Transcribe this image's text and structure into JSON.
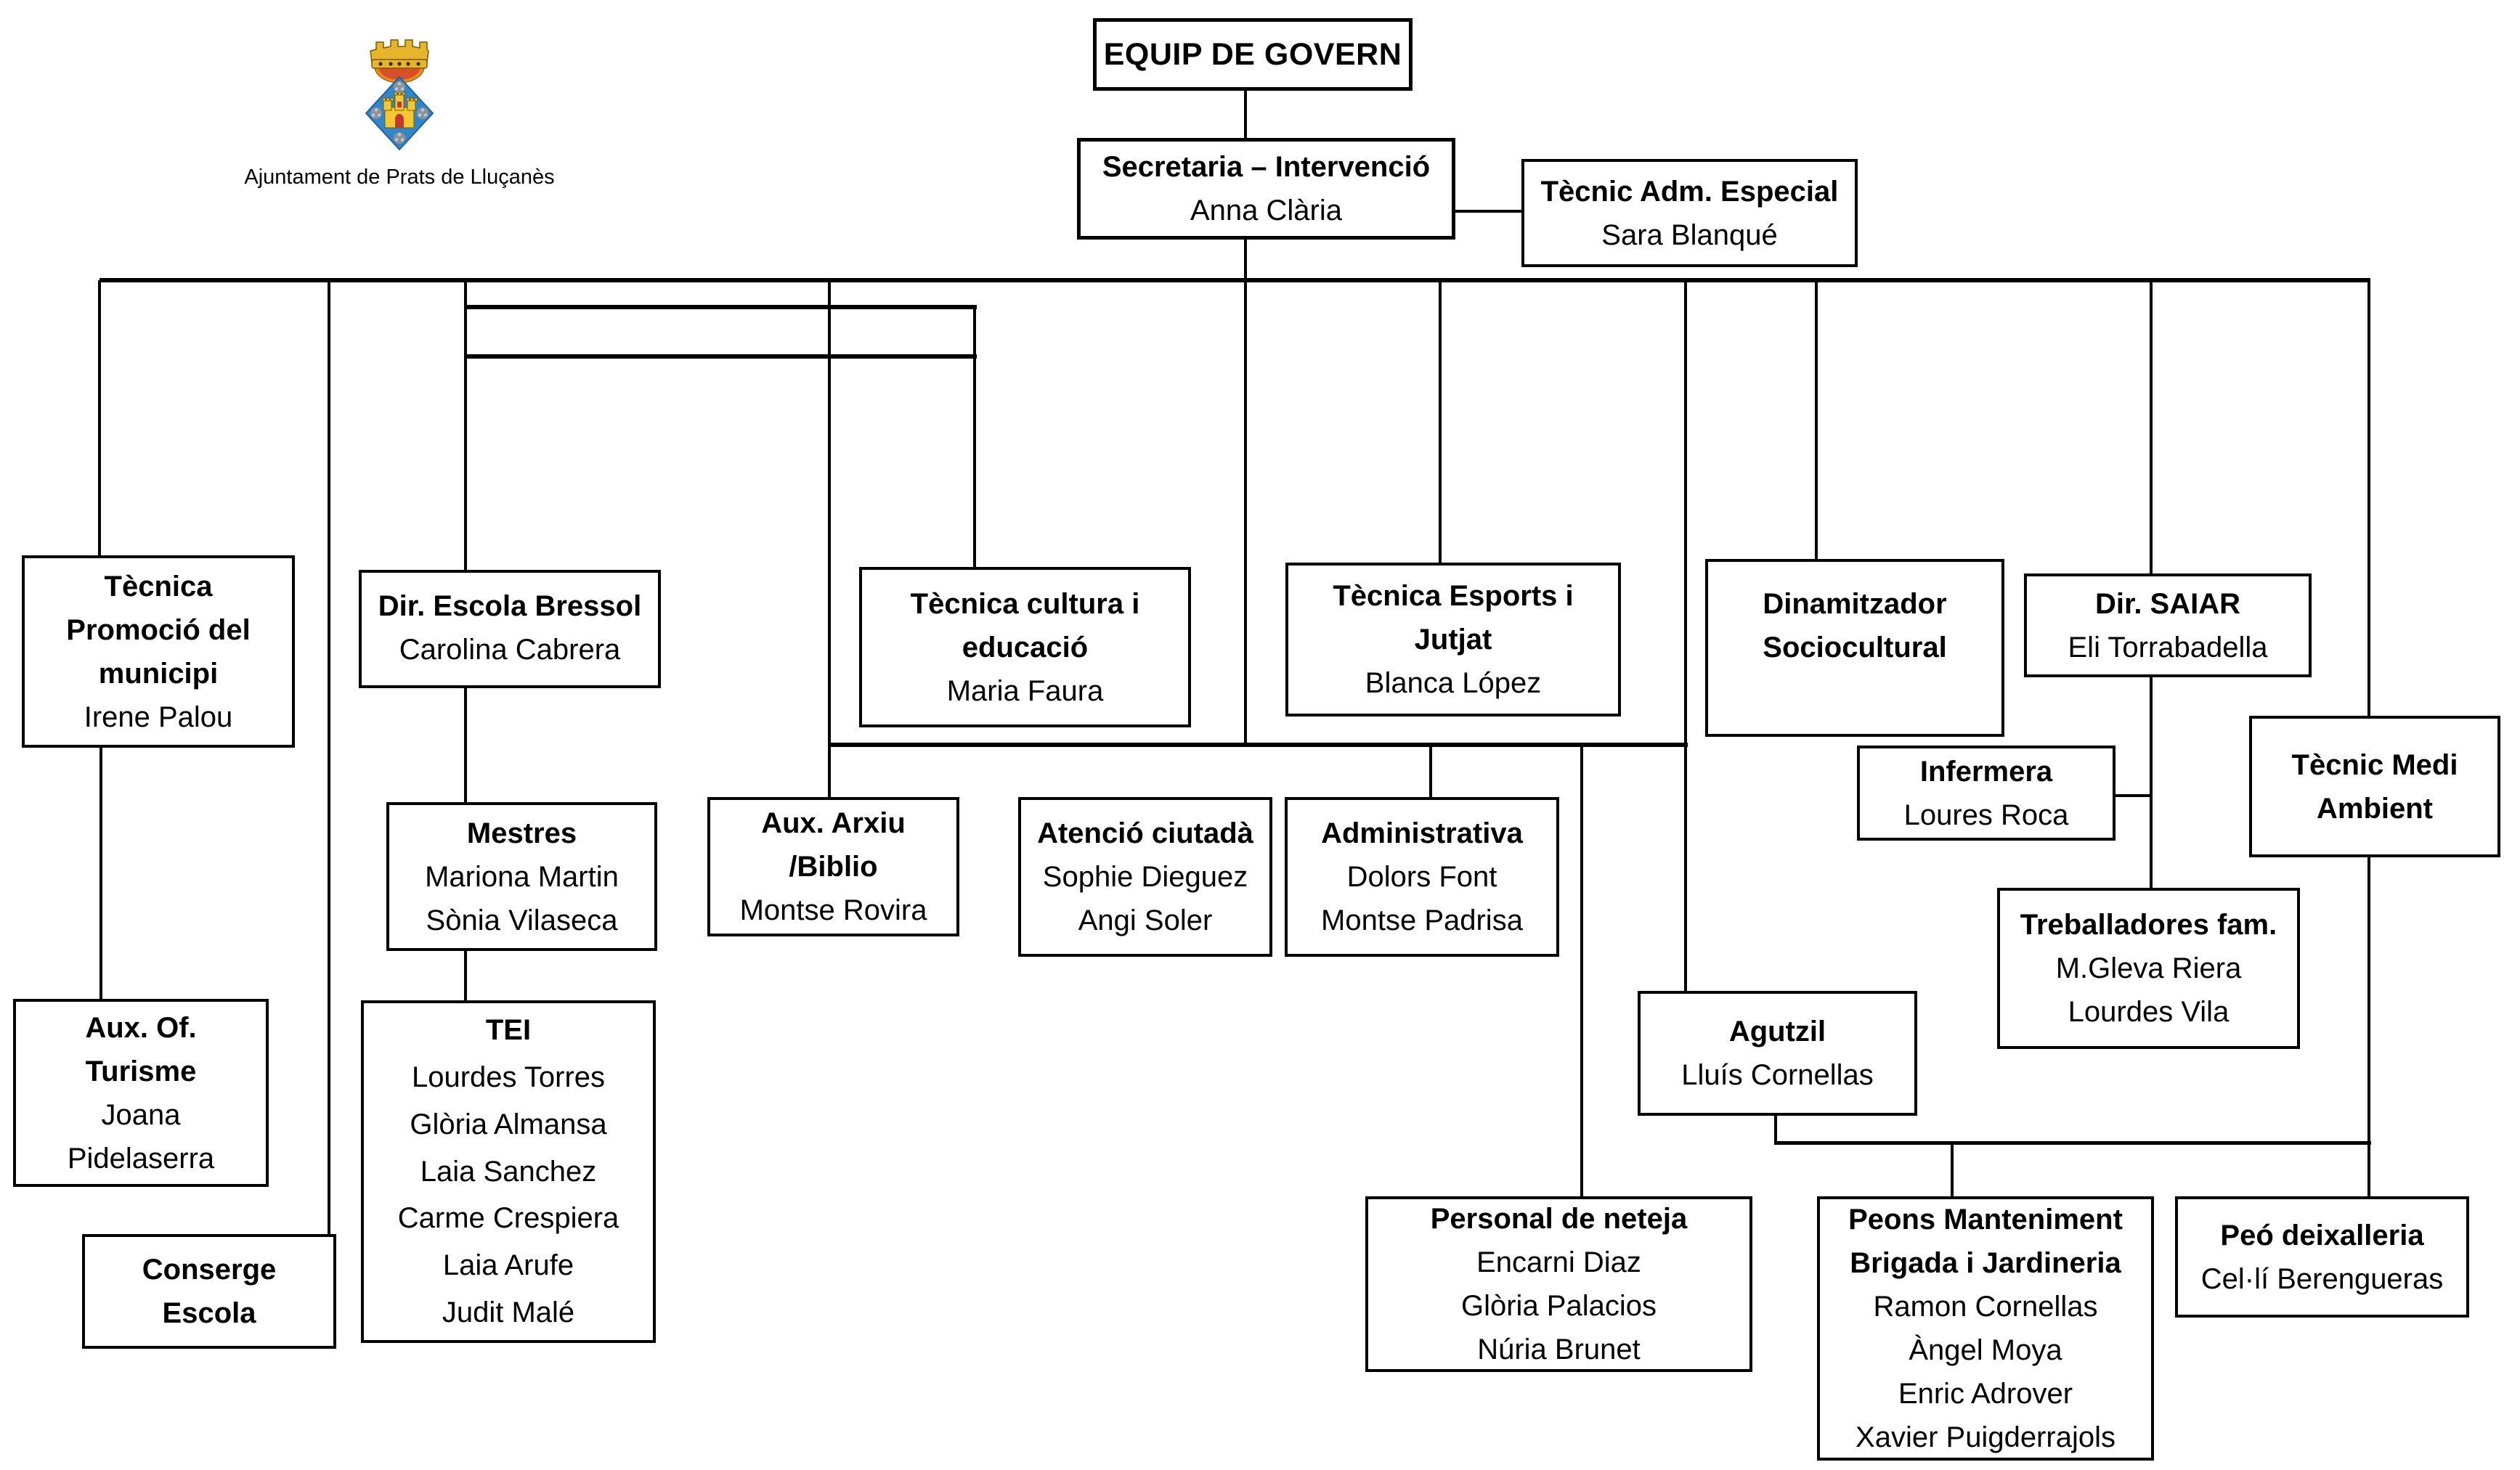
{
  "header": {
    "logo_caption": "Ajuntament de Prats de Lluçanès"
  },
  "colors": {
    "crest-crown": "#E7B52B",
    "crest-crown-cap": "#D8502A",
    "crest-crown-glow": "#F08A1D",
    "crest-shield": "#2F86C9",
    "crest-castle": "#F5C832",
    "crest-door": "#C0392B",
    "crest-rosette": "#8C9398",
    "crest-rosette-light": "#C3C8CC",
    "line-color": "#000000"
  },
  "org": {
    "equip_de_govern": {
      "title_lines": [
        "EQUIP DE GOVERN"
      ],
      "names": []
    },
    "secretaria": {
      "title_lines": [
        "Secretaria – Intervenció"
      ],
      "names": [
        "Anna Clària"
      ]
    },
    "tecnic_adm": {
      "title_lines": [
        "Tècnic Adm. Especial"
      ],
      "names": [
        "Sara Blanqué"
      ]
    },
    "tecnica_promocio": {
      "title_lines": [
        "Tècnica",
        "Promoció del",
        "municipi"
      ],
      "names": [
        "Irene Palou"
      ]
    },
    "escola_bressol": {
      "title_lines": [
        "Dir. Escola Bressol"
      ],
      "names": [
        "Carolina Cabrera"
      ]
    },
    "mestres": {
      "title_lines": [
        "Mestres"
      ],
      "names": [
        "Mariona Martin",
        "Sònia Vilaseca"
      ]
    },
    "tei": {
      "title_lines": [
        "TEI"
      ],
      "names": [
        "Lourdes Torres",
        "Glòria Almansa",
        "Laia Sanchez",
        "Carme Crespiera",
        "Laia Arufe",
        "Judit Malé"
      ]
    },
    "aux_turisme": {
      "title_lines": [
        "Aux. Of.",
        "Turisme"
      ],
      "names": [
        "Joana",
        "Pidelaserra"
      ]
    },
    "conserge": {
      "title_lines": [
        "Conserge",
        "Escola"
      ],
      "names": []
    },
    "cultura": {
      "title_lines": [
        "Tècnica cultura i",
        "educació"
      ],
      "names": [
        "Maria Faura"
      ]
    },
    "aux_arxiu": {
      "title_lines": [
        "Aux. Arxiu",
        "/Biblio"
      ],
      "names": [
        "Montse Rovira"
      ]
    },
    "atencio": {
      "title_lines": [
        "Atenció ciutadà"
      ],
      "names": [
        "Sophie Dieguez",
        "Angi Soler"
      ]
    },
    "administrativa": {
      "title_lines": [
        "Administrativa"
      ],
      "names": [
        "Dolors Font",
        "Montse Padrisa"
      ]
    },
    "esports": {
      "title_lines": [
        "Tècnica Esports i",
        "Jutjat"
      ],
      "names": [
        "Blanca López"
      ]
    },
    "dinamitzador": {
      "title_lines": [
        "Dinamitzador",
        "Sociocultural"
      ],
      "names": []
    },
    "saiar": {
      "title_lines": [
        "Dir. SAIAR"
      ],
      "names": [
        "Eli Torrabadella"
      ]
    },
    "infermera": {
      "title_lines": [
        "Infermera"
      ],
      "names": [
        "Loures Roca"
      ]
    },
    "medi_ambient": {
      "title_lines": [
        "Tècnic Medi",
        "Ambient"
      ],
      "names": []
    },
    "treballadores": {
      "title_lines": [
        "Treballadores fam."
      ],
      "names": [
        "M.Gleva Riera",
        "Lourdes Vila"
      ]
    },
    "agutzil": {
      "title_lines": [
        "Agutzil"
      ],
      "names": [
        "Lluís Cornellas"
      ]
    },
    "personal_neteja": {
      "title_lines": [
        "Personal de neteja"
      ],
      "names": [
        "Encarni Diaz",
        "Glòria Palacios",
        "Núria Brunet"
      ]
    },
    "peons": {
      "title_lines": [
        "Peons Manteniment",
        "Brigada i  Jardineria"
      ],
      "names": [
        "Ramon Cornellas",
        "Àngel Moya",
        "Enric Adrover",
        "Xavier Puigderrajols"
      ]
    },
    "peo_deixalleria": {
      "title_lines": [
        "Peó deixalleria"
      ],
      "names": [
        "Cel·lí Berengueras"
      ]
    }
  }
}
